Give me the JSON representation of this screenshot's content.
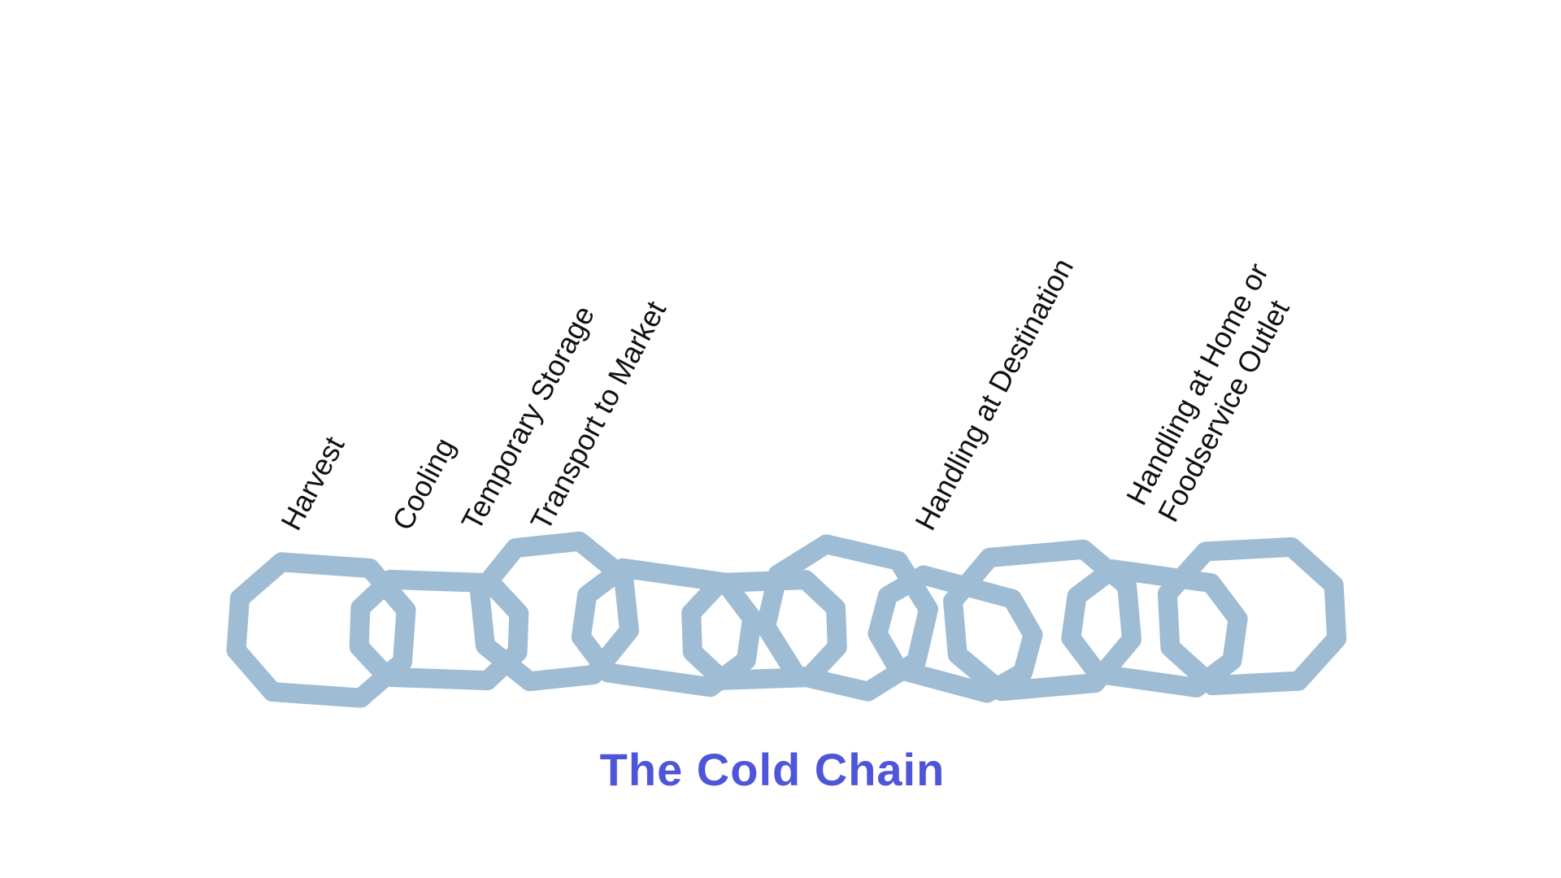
{
  "title": "The Cold Chain",
  "stages": [
    {
      "id": "harvest",
      "label": "Harvest"
    },
    {
      "id": "cooling",
      "label": "Cooling"
    },
    {
      "id": "temporary-storage",
      "label": "Temporary Storage"
    },
    {
      "id": "transport-to-market",
      "label": "Transport to Market"
    },
    {
      "id": "handling-at-destination",
      "label": "Handling at Destination"
    },
    {
      "id": "handling-at-home",
      "label": "Handling at Home or Foodservice Outlet",
      "lines": [
        "Handling at Home or",
        "Foodservice Outlet"
      ]
    }
  ],
  "colors": {
    "chain": "#9fbcd5",
    "title": "#4f55d9",
    "label": "#111111"
  }
}
